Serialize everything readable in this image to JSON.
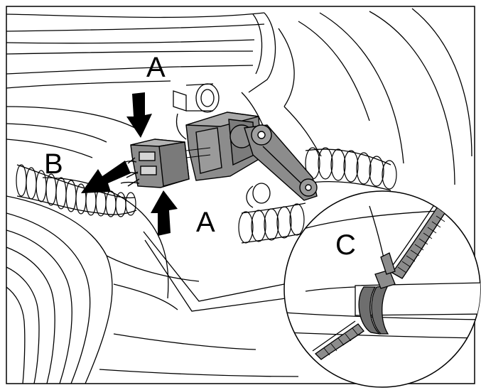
{
  "callouts": {
    "a_top": "A",
    "a_bottom": "A",
    "b": "B",
    "c": "C"
  },
  "colors": {
    "line": "#000000",
    "part_fill": "#8c8c8c",
    "clip_fill": "#6e6e6e",
    "arrow_fill": "#000000",
    "background": "#ffffff"
  }
}
